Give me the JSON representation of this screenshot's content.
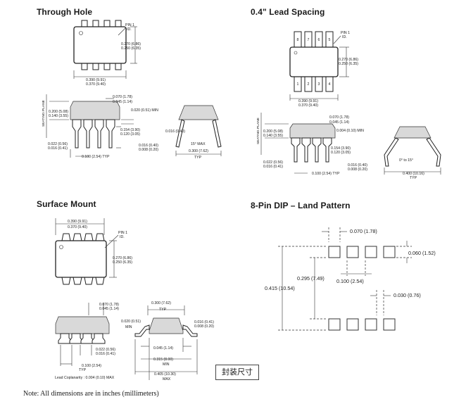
{
  "headings": {
    "through_hole": "Through Hole",
    "lead_spacing": "0.4\" Lead Spacing",
    "surface_mount": "Surface Mount",
    "land_pattern": "8-Pin DIP – Land Pattern"
  },
  "pin1": "PIN 1",
  "pin1_id": "ID.",
  "seating_plane": "SEATING PLANE",
  "typ": "TYP",
  "min": "MIN",
  "max": "MAX",
  "dims": {
    "w_max": "0.390 (9.91)",
    "w_min": "0.370 (9.40)",
    "h_max": "0.270 (6.86)",
    "h_min": "0.250 (6.35)",
    "lead_max": "0.070 (1.78)",
    "lead_min": "0.045 (1.14)",
    "standoff_min": "0.020 (0.51) MIN",
    "standoff_min_lp": "0.020 (0.51)",
    "body_h_max": "0.200 (5.08)",
    "body_h_min": "0.140 (3.55)",
    "pin_len_max": "0.154 (3.90)",
    "pin_len_min": "0.120 (3.05)",
    "pin_w_max": "0.022 (0.56)",
    "pin_w_min": "0.016 (0.41)",
    "pitch_typ": "0.100 (2.54) TYP",
    "pitch": "0.100 (2.54)",
    "thick_max": "0.016 (0.40)",
    "thick_min": "0.008 (0.20)",
    "thick_max_sm": "0.016 (0.41)",
    "angle_max": "15° MAX",
    "angle_range": "0° to 15°",
    "row_spacing": "0.300 (7.62)",
    "row_spacing_wide": "0.400 (10.16)",
    "sm_0004": "0.004 (0.10) MIN",
    "sm_0045": "0.045 (1.14)",
    "sm_0315": "0.315 (8.00)",
    "sm_0405": "0.405 (10.30)",
    "coplanarity": "Lead Coplanarity : 0.004 (0.10) MAX"
  },
  "land": {
    "pad_w": "0.070 (1.78)",
    "pad_h": "0.060 (1.52)",
    "overall": "0.415 (10.54)",
    "inner": "0.295 (7.49)",
    "pitch": "0.100 (2.54)",
    "gap": "0.030 (0.76)"
  },
  "pin_numbers": [
    "1",
    "2",
    "3",
    "4",
    "5",
    "6",
    "7",
    "8"
  ],
  "caption": "封装尺寸",
  "note": "Note: All dimensions are in inches (millimeters)"
}
